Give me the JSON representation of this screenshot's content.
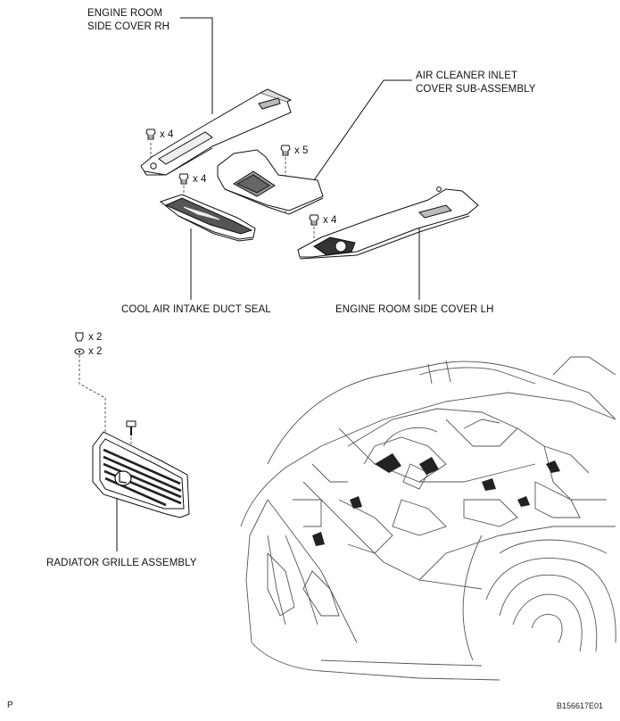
{
  "labels": {
    "engine_room_side_cover_rh": "ENGINE ROOM\nSIDE COVER RH",
    "air_cleaner_inlet_cover": "AIR CLEANER INLET\nCOVER SUB-ASSEMBLY",
    "cool_air_intake_duct_seal": "COOL AIR INTAKE DUCT SEAL",
    "engine_room_side_cover_lh": "ENGINE ROOM SIDE COVER LH",
    "radiator_grille_assembly": "RADIATOR GRILLE ASSEMBLY"
  },
  "quantities": {
    "rh_clips": "x 4",
    "aircleaner_clips": "x 5",
    "duct_seal_clips": "x 4",
    "lh_clips": "x 4",
    "grille_pins": "x 2",
    "grille_clips": "x 2"
  },
  "corner": {
    "left": "P",
    "figure_id": "B156617E01"
  }
}
